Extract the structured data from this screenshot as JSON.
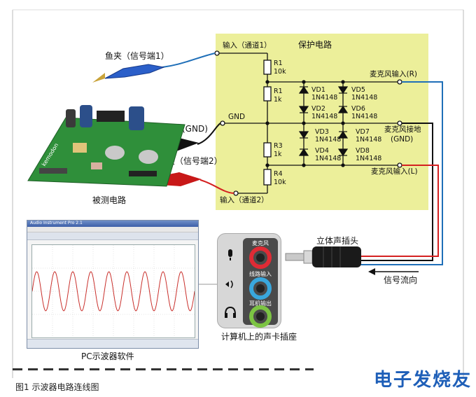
{
  "protection_circuit": {
    "title": "保护电路",
    "input_ch1": "输入（通道1）",
    "input_ch2": "输入（通道2）",
    "gnd": "GND",
    "mic_in_r": "麦克风输入(R)",
    "mic_gnd": "麦克风接地",
    "mic_gnd_paren": "(GND)",
    "mic_in_l": "麦克风输入(L)",
    "resistors": [
      {
        "name": "R1",
        "value": "10k"
      },
      {
        "name": "R1",
        "value": "1k"
      },
      {
        "name": "R3",
        "value": "1k"
      },
      {
        "name": "R4",
        "value": "10k"
      }
    ],
    "diodes": [
      {
        "name": "VD1",
        "part": "1N4148"
      },
      {
        "name": "VD2",
        "part": "1N4148"
      },
      {
        "name": "VD3",
        "part": "1N4148"
      },
      {
        "name": "VD4",
        "part": "1N4148"
      },
      {
        "name": "VD5",
        "part": "1N4148"
      },
      {
        "name": "VD6",
        "part": "1N4148"
      },
      {
        "name": "VD7",
        "part": "1N4148"
      },
      {
        "name": "VD8",
        "part": "1N4148"
      }
    ]
  },
  "clips": {
    "clip_ch1": "鱼夹（信号端1）",
    "clip_gnd": "鱼夹(GND)",
    "clip_ch2": "鱼夹（信号端2）"
  },
  "dut_label": "被测电路",
  "pcb_brand": "kemodon",
  "scope": {
    "title": "Audio Instrument Pro 2.1",
    "software_label": "PC示波器软件"
  },
  "stereo_plug_label": "立体声插头",
  "signal_flow_label": "信号流向",
  "sound_card": {
    "label": "计算机上的声卡插座",
    "jacks": [
      {
        "name": "麦克风",
        "color": "#e02b35"
      },
      {
        "name": "线路输入",
        "color": "#39a7dd"
      },
      {
        "name": "耳机输出",
        "color": "#7cc443"
      }
    ]
  },
  "colors": {
    "panel_yellow": "#ecef9a",
    "wire_blue": "#1f6fb8",
    "wire_red": "#d42020",
    "wire_black": "#111111"
  },
  "watermark": "电子发烧友",
  "caption": "图1 示波器电路连线图"
}
